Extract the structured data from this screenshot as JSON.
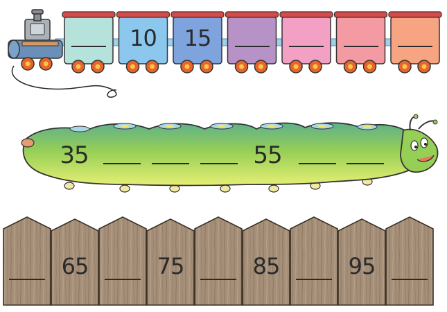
{
  "train": {
    "cars": [
      {
        "value": "",
        "color": "#b6e2dc"
      },
      {
        "value": "10",
        "color": "#8cc8ee"
      },
      {
        "value": "15",
        "color": "#7fa3dc"
      },
      {
        "value": "",
        "color": "#b792c6"
      },
      {
        "value": "",
        "color": "#f2a0c4"
      },
      {
        "value": "",
        "color": "#f49aa2"
      },
      {
        "value": "",
        "color": "#f7a482"
      }
    ]
  },
  "caterpillar": {
    "segments": [
      {
        "value": "35"
      },
      {
        "value": ""
      },
      {
        "value": ""
      },
      {
        "value": ""
      },
      {
        "value": "55"
      },
      {
        "value": ""
      },
      {
        "value": ""
      }
    ]
  },
  "fence": {
    "boards": [
      {
        "value": ""
      },
      {
        "value": "65"
      },
      {
        "value": ""
      },
      {
        "value": "75"
      },
      {
        "value": ""
      },
      {
        "value": "85"
      },
      {
        "value": ""
      },
      {
        "value": "95"
      },
      {
        "value": ""
      }
    ]
  },
  "colors": {
    "roof": "#d84a48",
    "wheel": "#e8642a",
    "caterpillar": "#8ccb52",
    "wood": "#a58f78"
  }
}
